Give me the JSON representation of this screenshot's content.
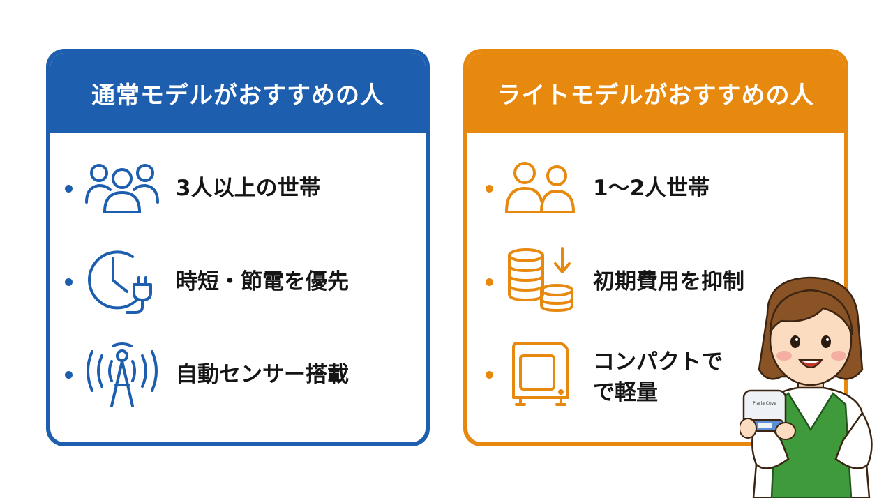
{
  "colors": {
    "blue": "#1d5fae",
    "orange": "#e8890f",
    "green": "#3e9a3a"
  },
  "left_card": {
    "title": "通常モデルがおすすめの人",
    "items": [
      {
        "icon": "group-people-icon",
        "label": "3人以上の世帯"
      },
      {
        "icon": "clock-plug-icon",
        "label": "時短・節電を優先"
      },
      {
        "icon": "sensor-antenna-icon",
        "label": "自動センサー搭載"
      }
    ]
  },
  "right_card": {
    "title": "ライトモデルがおすすめの人",
    "items": [
      {
        "icon": "two-people-icon",
        "label": "1〜2人世帯"
      },
      {
        "icon": "coins-down-arrow-icon",
        "label": "初期費用を抑制"
      },
      {
        "icon": "compact-appliance-icon",
        "label_line1": "コンパクトで",
        "label_line2": "で軽量"
      }
    ]
  },
  "illustration": {
    "device_label": "Plarla Cove"
  }
}
